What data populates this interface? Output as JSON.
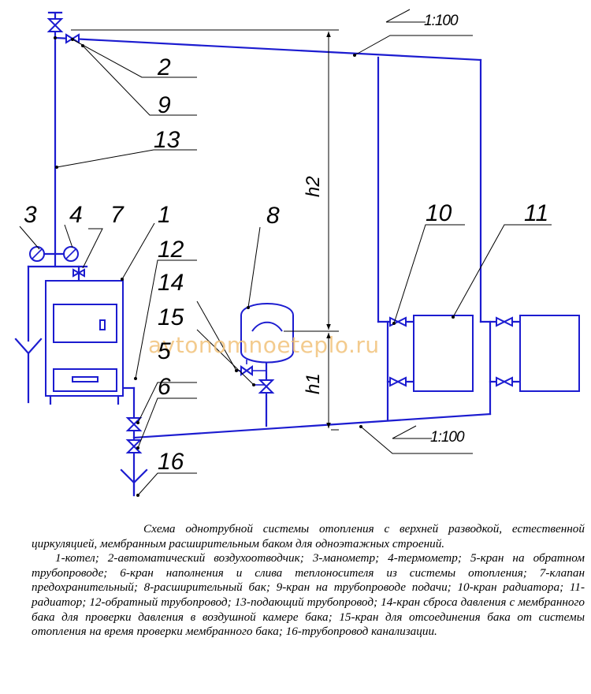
{
  "diagram": {
    "labels": {
      "l1": "1",
      "l2": "2",
      "l3": "3",
      "l4": "4",
      "l5": "5",
      "l6": "6",
      "l7": "7",
      "l8": "8",
      "l9": "9",
      "l10": "10",
      "l11": "11",
      "l12": "12",
      "l13": "13",
      "l14": "14",
      "l15": "15",
      "l16": "16"
    },
    "slope_top": "1:100",
    "slope_bottom": "1:100",
    "h1": "h1",
    "h2": "h2",
    "watermark": "avtonomnoeteplo.ru",
    "colors": {
      "pipe": "#1c1cd0",
      "line": "#000000",
      "watermark": "#f1c27a"
    }
  },
  "caption": {
    "title": "Схема однотрубной системы отопления с верхней разводкой, естественной циркуляцией, мембранным расширительным баком для одноэтажных строений.",
    "legend": "1-котел; 2-автоматический воздухоотводчик; 3-манометр; 4-термометр; 5-кран на обратном трубопроводе; 6-кран наполнения и слива теплоносителя из системы отопления; 7-клапан предохранительный; 8-расширительный бак; 9-кран на трубопроводе подачи; 10-кран радиатора; 11-радиатор; 12-обратный трубопровод; 13-подающий трубопровод; 14-кран сброса давления с мембранного бака для проверки давления в воздушной камере бака; 15-кран для отсоединения бака от системы отопления на время проверки мембранного бака; 16-трубопровод канализации."
  }
}
